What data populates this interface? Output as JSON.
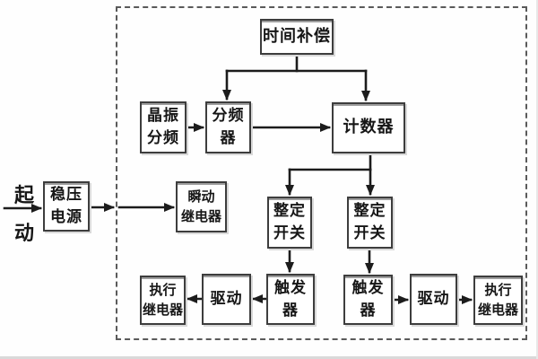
{
  "figure": {
    "type": "block-diagram",
    "start_label": "起\n动",
    "nodes": [
      {
        "id": "time-compensation",
        "label": "时间补偿"
      },
      {
        "id": "crystal-freq-divider",
        "label": "晶振\n分频"
      },
      {
        "id": "frequency-divider",
        "label": "分频器"
      },
      {
        "id": "counter",
        "label": "计数器"
      },
      {
        "id": "voltage-regulator",
        "label": "稳压\n电源"
      },
      {
        "id": "instant-relay",
        "label": "瞬动\n继电器"
      },
      {
        "id": "setting-switch-left",
        "label": "整定\n开关"
      },
      {
        "id": "setting-switch-right",
        "label": "整定\n开关"
      },
      {
        "id": "exec-relay-left",
        "label": "执行\n继电器"
      },
      {
        "id": "drive-left",
        "label": "驱动"
      },
      {
        "id": "trigger-left",
        "label": "触发器"
      },
      {
        "id": "trigger-right",
        "label": "触发器"
      },
      {
        "id": "drive-right",
        "label": "驱动"
      },
      {
        "id": "exec-relay-right",
        "label": "执行\n继电器"
      }
    ],
    "colors": {
      "line": "#1c1c1c",
      "box_border": "#3d3d3d",
      "dashed_border": "#5a5a5a",
      "background": "#fefefe"
    }
  }
}
